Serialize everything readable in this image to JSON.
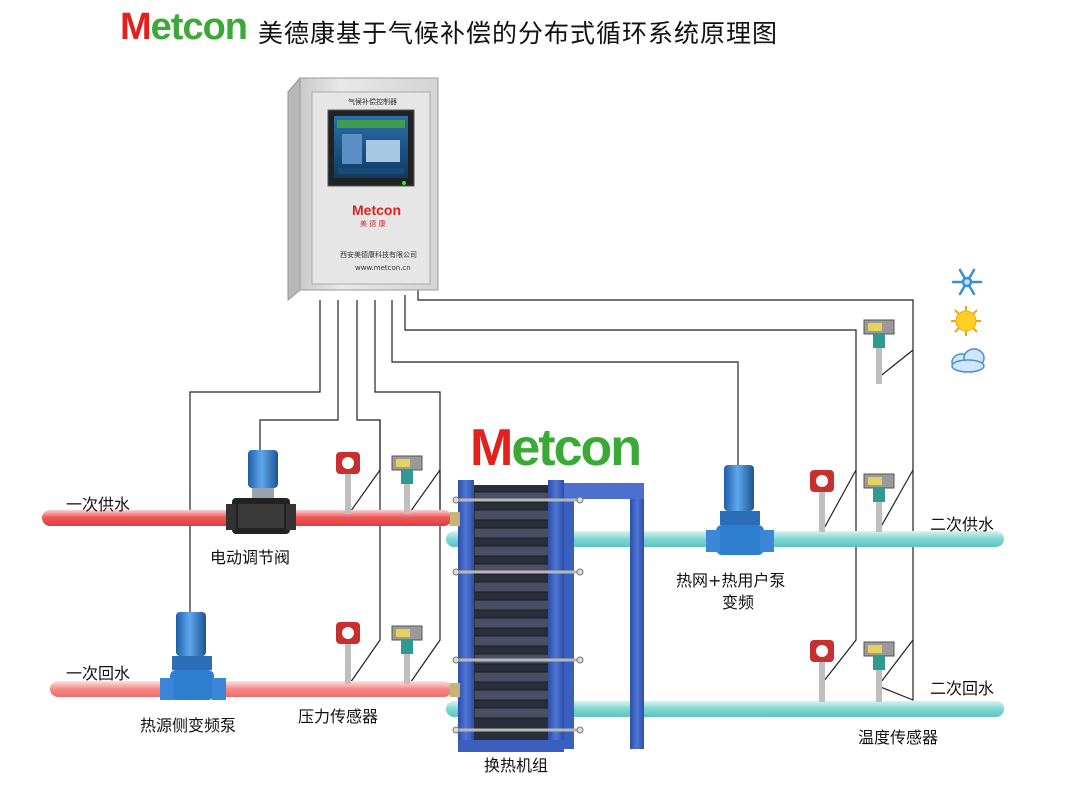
{
  "title": {
    "logo_m": "M",
    "logo_rest": "etcon",
    "text": "美德康基于气候补偿的分布式循环系统原理图"
  },
  "cabinet": {
    "header": "气候补偿控制器",
    "logo_m": "M",
    "logo_rest": "etcon",
    "brand_cn": "美 德 康",
    "company": "西安美德康科技有限公司",
    "website": "www.metcon.cn"
  },
  "exchanger_logo": {
    "m": "M",
    "rest": "etcon"
  },
  "labels": {
    "primary_supply": "一次供水",
    "primary_return": "一次回水",
    "electric_valve": "电动调节阀",
    "heat_source_pump": "热源侧变频泵",
    "pressure_sensor": "压力传感器",
    "heat_exchanger": "换热机组",
    "network_pump_line1": "热网+热用户泵",
    "network_pump_line2": "变频",
    "secondary_supply": "二次供水",
    "secondary_return": "二次回水",
    "temperature_sensor": "温度传感器"
  },
  "colors": {
    "hot_pipe": "#f05a5a",
    "cold_pipe": "#7fd6d2",
    "frame_blue": "#3a5fbf",
    "pump_blue": "#2e7fd0",
    "logo_red": "#e3211c",
    "logo_green": "#3aa935"
  },
  "weather_icons": [
    "snowflake-icon",
    "sun-icon",
    "cloud-icon"
  ]
}
